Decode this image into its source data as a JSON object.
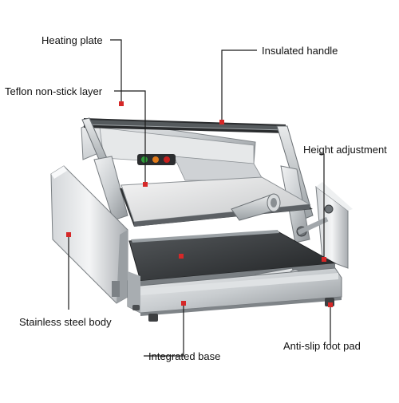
{
  "labels": {
    "heating_plate": "Heating plate",
    "insulated_handle": "Insulated handle",
    "teflon_layer": "Teflon non-stick layer",
    "height_adjustment": "Height adjustment",
    "stainless_body": "Stainless steel body",
    "integrated_base": "Integrated base",
    "anti_slip_pad": "Anti-slip foot pad"
  },
  "colors": {
    "marker": "#d62828",
    "leader_line": "#1a1a1a",
    "steel_light": "#e4e6e8",
    "steel_mid": "#b9bdc1",
    "steel_dark": "#6e7377",
    "plate_dark": "#3a3d40",
    "plate_light": "#dcdcdc",
    "indicator_green": "#2e9b3a",
    "indicator_orange": "#e07a1a",
    "indicator_red": "#c8201e",
    "foot_pad": "#3d3f41"
  }
}
